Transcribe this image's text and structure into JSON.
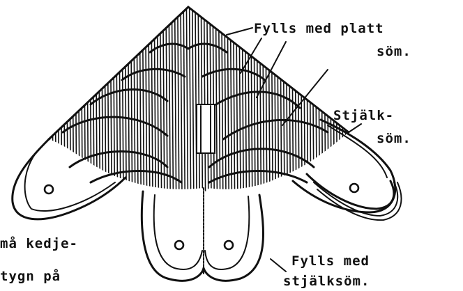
{
  "labels": {
    "filled_satin_line1": "Fylls med platt",
    "filled_satin_line2": "söm.",
    "stem_line1": "Stjälk-",
    "stem_line2": "söm.",
    "chain_line1": "må kedje-",
    "chain_line2": "tygn på",
    "filled_stem_line1": "Fylls med",
    "filled_stem_line2": "stjälksöm."
  },
  "colors": {
    "ink": "#111111",
    "paper": "#ffffff"
  }
}
